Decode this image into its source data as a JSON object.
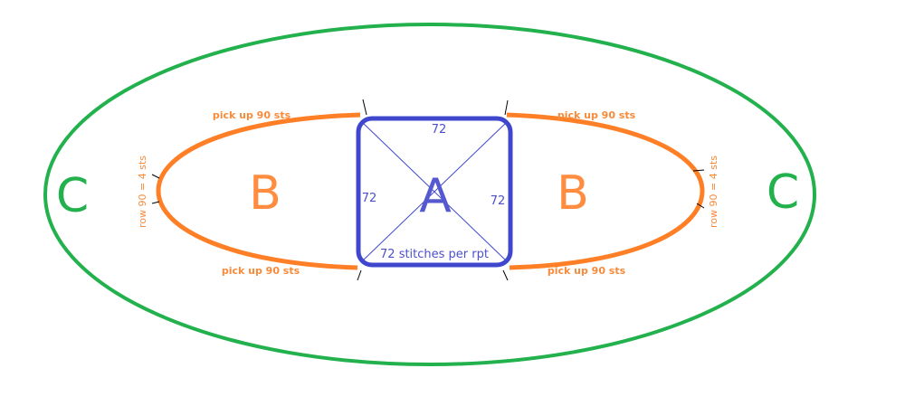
{
  "colors": {
    "green": "#22b14c",
    "orange": "#ff7f27",
    "blue": "#3f48cc"
  },
  "regions": {
    "a": "A",
    "b": "B",
    "c": "C"
  },
  "square": {
    "top": "72",
    "left": "72",
    "right": "72",
    "bottom": "72 stitches per rpt"
  },
  "labels": {
    "pickup_top_left": "pick up 90 sts",
    "pickup_top_right": "pick up 90 sts",
    "pickup_bottom_left": "pick up 90 sts",
    "pickup_bottom_right": "pick up 90 sts",
    "row_left": "row 90 = 4 sts",
    "row_right": "row 90 = 4 sts"
  }
}
